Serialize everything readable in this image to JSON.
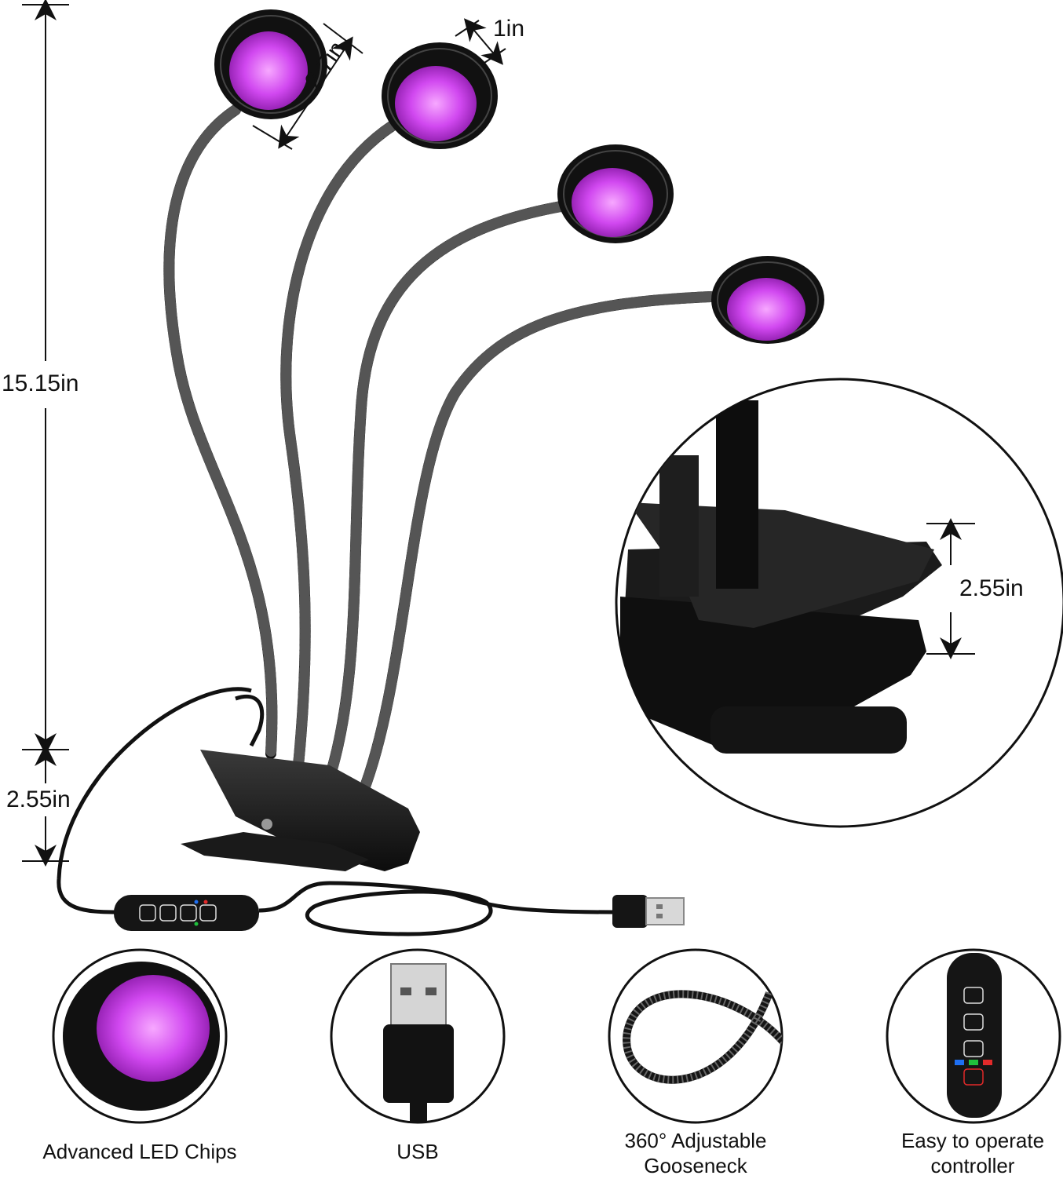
{
  "dimensions": {
    "height_total": "15.15in",
    "height_clip": "2.55in",
    "head_diameter": "2.7in",
    "head_thickness": "1in",
    "clip_opening": "2.55in"
  },
  "features": [
    {
      "label": "Advanced LED Chips",
      "icon": "led-head-closeup"
    },
    {
      "label": "USB",
      "icon": "usb-plug-closeup"
    },
    {
      "label_line1": "360° Adjustable",
      "label_line2": "Gooseneck",
      "icon": "gooseneck-loop-closeup"
    },
    {
      "label_line1": "Easy to operate",
      "label_line2": "controller",
      "icon": "controller-closeup"
    }
  ],
  "colors": {
    "led_glow": "#c030e8",
    "led_core": "#e47cff",
    "body": "#141414",
    "controller_blue": "#1e6ff2",
    "controller_green": "#1fbf3c",
    "controller_red": "#e22a2a"
  }
}
